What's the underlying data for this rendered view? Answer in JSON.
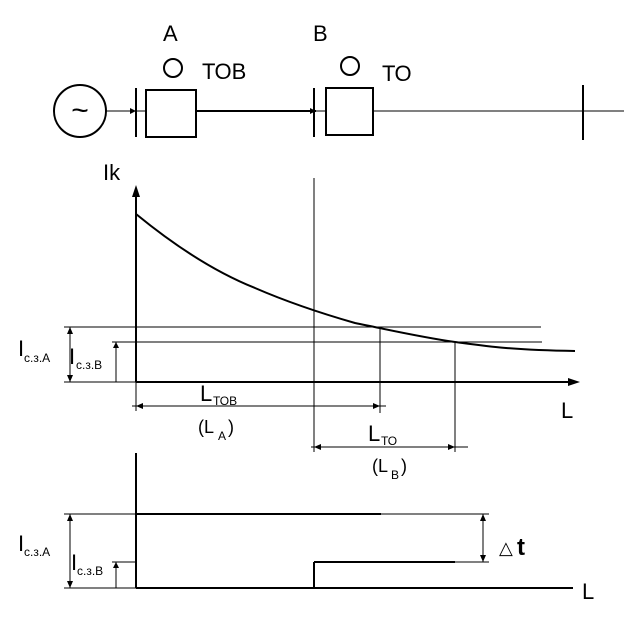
{
  "schematic": {
    "substation_a": "A",
    "substation_b": "B",
    "protection_a": "ТОВ",
    "protection_b": "ТО",
    "source_symbol": "~"
  },
  "current_graph": {
    "y_label": "Ik",
    "x_label": "L",
    "setting_a_main": "I",
    "setting_a_sub": "с.з.А",
    "setting_b_main": "I",
    "setting_b_sub": "с.з.В",
    "zone_a_main": "L",
    "zone_a_sub": "ТОВ",
    "zone_a_paren_open": "(L",
    "zone_a_paren_sub": "A",
    "zone_a_paren_close": ")",
    "zone_b_main": "L",
    "zone_b_sub": "ТО",
    "zone_b_paren_open": "(L",
    "zone_b_paren_sub": "B",
    "zone_b_paren_close": ")"
  },
  "time_graph": {
    "x_label": "L",
    "level_a_main": "I",
    "level_a_sub": "с.з.А",
    "level_b_main": "I",
    "level_b_sub": "с.з.В",
    "delta_symbol": "△",
    "delta_var": "t"
  }
}
